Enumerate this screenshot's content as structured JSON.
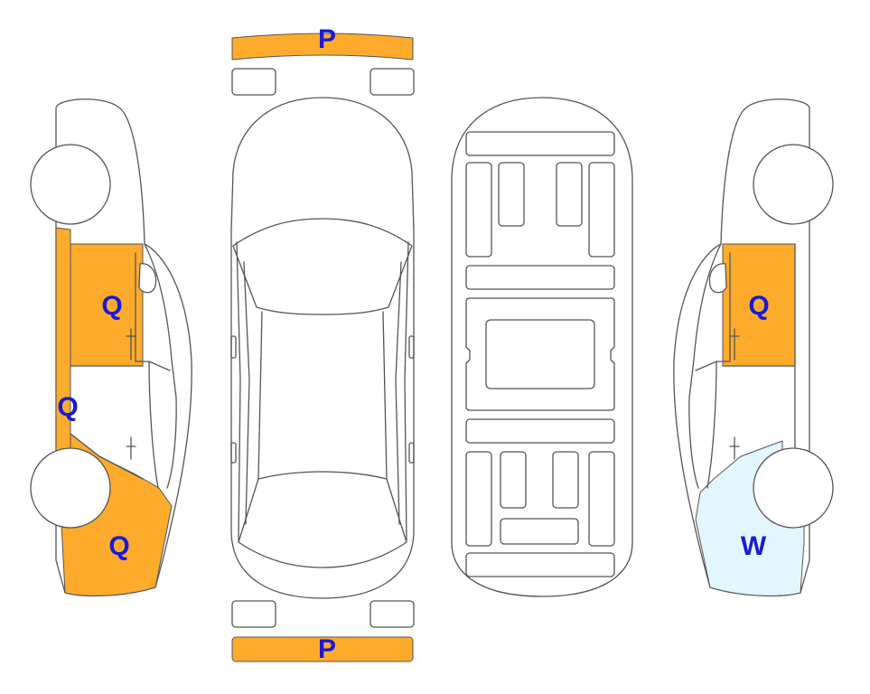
{
  "colors": {
    "outline": "#555555",
    "label": "#1a1ad6",
    "P": "#fdab2d",
    "Q": "#fdab2d",
    "W": "#e4f6fd"
  },
  "labels": {
    "front_bumper": "P",
    "rear_bumper": "P",
    "left_front_door": "Q",
    "left_rocker": "Q",
    "left_rear_quarter": "Q",
    "right_front_door": "Q",
    "right_rear_quarter": "W"
  }
}
